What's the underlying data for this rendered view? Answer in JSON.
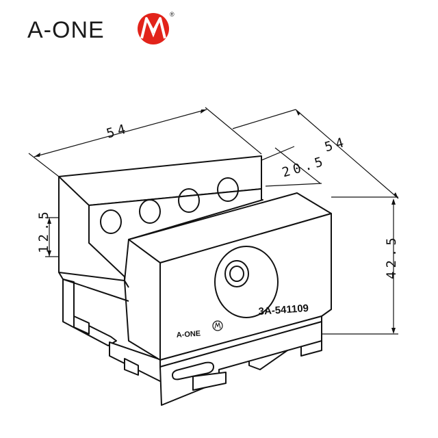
{
  "brand": {
    "name": "A-ONE",
    "registered_mark": "®",
    "logo_color": "#e2231a"
  },
  "product": {
    "part_number": "3A-541109",
    "body_marking": "A-ONE"
  },
  "dimensions": {
    "top_width": "54",
    "depth": "54",
    "slot_depth": "20.5",
    "slot_height": "12.5",
    "total_height": "42.5"
  }
}
